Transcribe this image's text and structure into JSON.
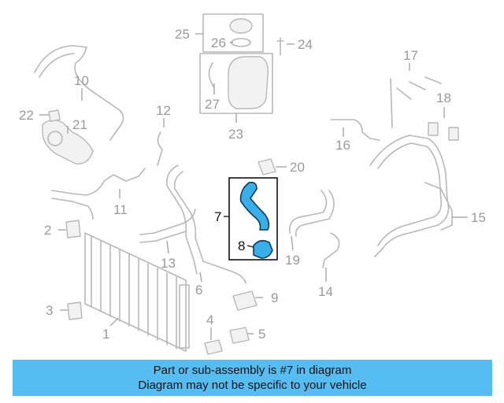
{
  "diagram": {
    "callouts": [
      "1",
      "2",
      "3",
      "4",
      "5",
      "6",
      "7",
      "8",
      "9",
      "10",
      "11",
      "12",
      "13",
      "14",
      "15",
      "16",
      "17",
      "18",
      "19",
      "20",
      "21",
      "22",
      "23",
      "24",
      "25",
      "26",
      "27"
    ],
    "highlighted_part": "7",
    "colors": {
      "highlight_fill": "#3aaee8",
      "highlight_stroke": "#0b3d66",
      "line_art": "#b8b8b8",
      "label_gray": "#9a9a9a",
      "banner_bg": "#55bdf2"
    }
  },
  "banner": {
    "line1": "Part or sub-assembly is #7 in diagram",
    "line2": "Diagram may not be specific to your vehicle"
  }
}
